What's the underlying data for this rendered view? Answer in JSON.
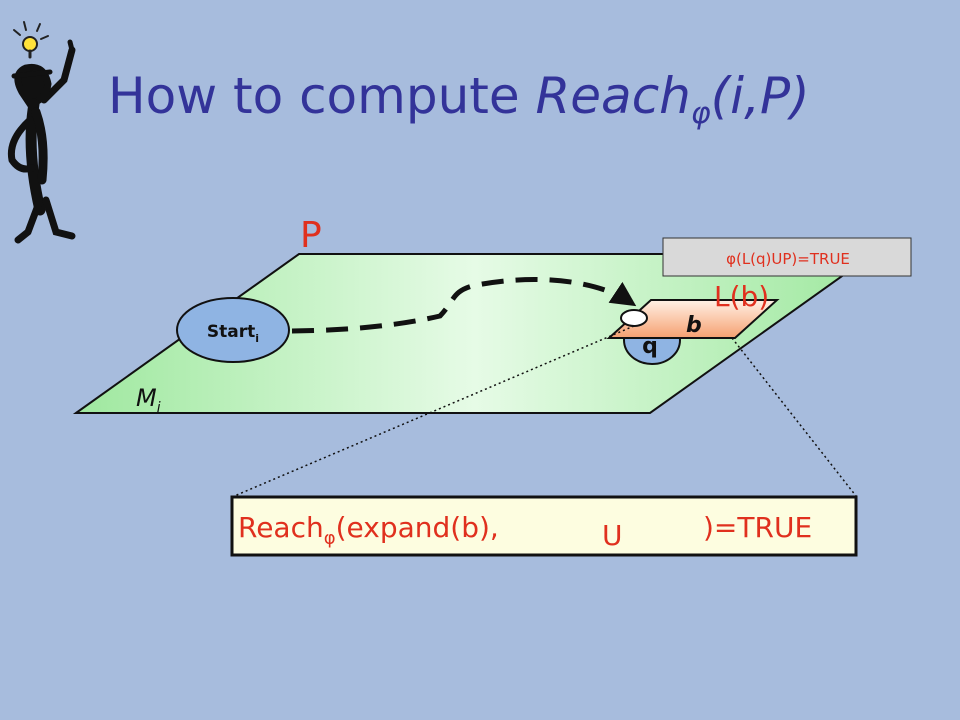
{
  "title": {
    "prefix": "How to compute ",
    "italic_word": "Reach",
    "subscript": "φ",
    "suffix": "(i,P)"
  },
  "diagram": {
    "plane_label": "P",
    "module_label": "M",
    "module_subscript": "i",
    "start_label": "Start",
    "start_subscript": "i",
    "node_q": "q",
    "box_b": "b",
    "box_label": "L(b)",
    "callout": "φ(L(q)UP)=TRUE",
    "formula_prefix": "Reach",
    "formula_sub": "φ",
    "formula_args": "(expand(b),",
    "formula_union": "U",
    "formula_result": ")=TRUE"
  },
  "colors": {
    "background": "#a7bcdd",
    "title": "#333399",
    "plane_fill": "#9ee89e",
    "start_fill": "#8fb4e3",
    "label_red": "#e0301e",
    "formula_box": "#fdfde0"
  },
  "icons": [
    "thinking-man-icon",
    "lightbulb-icon"
  ]
}
